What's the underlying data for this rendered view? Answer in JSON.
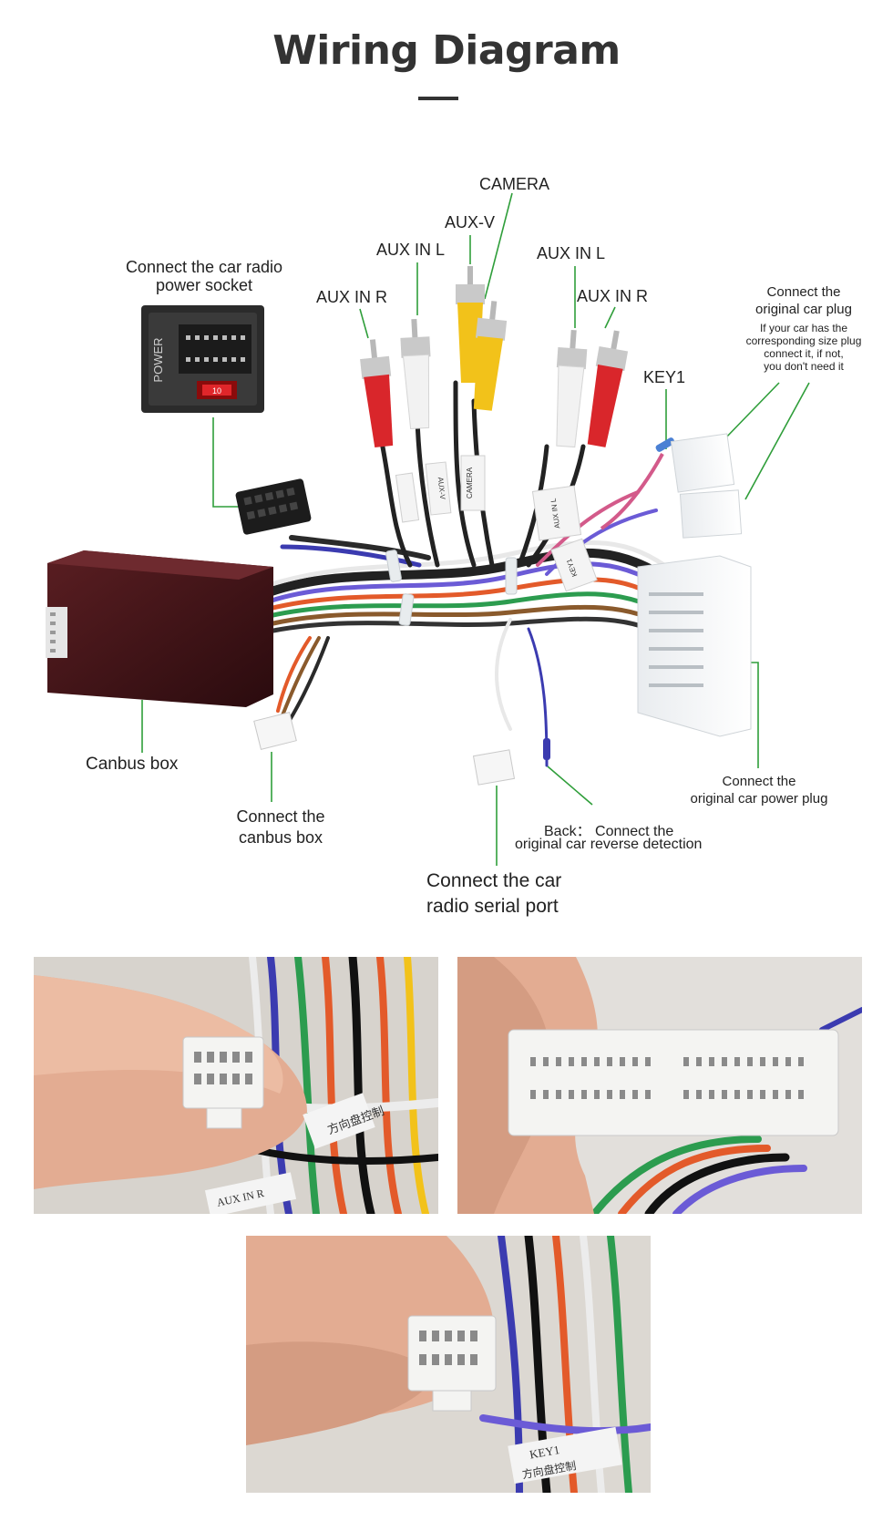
{
  "title": "Wiring Diagram",
  "colors": {
    "leader": "#2f9e3a",
    "title": "#333333",
    "rca_red": "#d9262b",
    "rca_white": "#f2f2f2",
    "rca_yellow": "#f2c21a"
  },
  "labels": {
    "camera": "CAMERA",
    "aux_v": "AUX-V",
    "aux_in_l_left": "AUX IN L",
    "aux_in_r_left": "AUX IN R",
    "aux_in_l_right": "AUX IN L",
    "aux_in_r_right": "AUX IN R",
    "key1": "KEY1",
    "power_socket_line1": "Connect the car radio",
    "power_socket_line2": "power socket",
    "orig_plug_line1": "Connect the",
    "orig_plug_line2": "original car plug",
    "orig_plug_note1": "If your car has the",
    "orig_plug_note2": "corresponding size plug",
    "orig_plug_note3": "connect it, if not,",
    "orig_plug_note4": "you don't need it",
    "canbus_box": "Canbus box",
    "connect_canbus_line1": "Connect the",
    "connect_canbus_line2": "canbus box",
    "back_line1": "Back： Connect the",
    "back_line2": "original car reverse detection",
    "power_plug_line1": "Connect the",
    "power_plug_line2": "original car power plug",
    "serial_line1": "Connect the car",
    "serial_line2": "radio  serial port"
  },
  "connector_text": {
    "power_socket": "POWER",
    "fuse": "10",
    "sleeve_aux_v": "AUX-V",
    "sleeve_camera": "CAMERA",
    "sleeve_aux_in_l": "AUX IN L",
    "sleeve_key1": "KEY1",
    "tag_back_1": "方向盘控制",
    "tag_back_2": "KEY1",
    "tag_back_3": "AUX IN R"
  },
  "photos": [
    {
      "name": "photo-small-plug",
      "description_icon": "hand-holding-connector"
    },
    {
      "name": "photo-large-plug",
      "description_icon": "hand-holding-connector"
    },
    {
      "name": "photo-medium-plug",
      "description_icon": "hand-holding-connector"
    }
  ]
}
